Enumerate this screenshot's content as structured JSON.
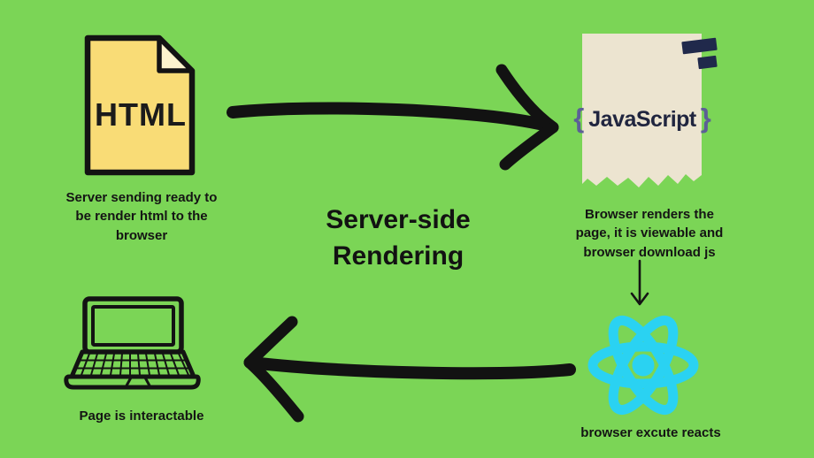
{
  "canvas": {
    "background_color": "#7bd556",
    "ink_color": "#141414"
  },
  "title": {
    "line1": "Server-side",
    "line2": "Rendering"
  },
  "html_doc": {
    "label": "HTML",
    "caption_lines": [
      "Server sending ready to",
      "be render html to the",
      "browser"
    ],
    "paper_color": "#f9dc76",
    "fold_color": "#fcf3cd",
    "outline_color": "#131313",
    "label_color": "#1b1b1b"
  },
  "js_paper": {
    "open_brace": "{",
    "label": "JavaScript",
    "close_brace": "}",
    "caption_lines": [
      "Browser renders the",
      "page, it is viewable and",
      "browser download js"
    ],
    "paper_color": "#ece4d0",
    "tape_color": "#20294b",
    "label_color": "#20253f",
    "brace_color": "#5c5f96"
  },
  "react_node": {
    "caption": "browser excute reacts",
    "logo_color": "#2ad2f2"
  },
  "laptop_node": {
    "caption": "Page is interactable"
  }
}
